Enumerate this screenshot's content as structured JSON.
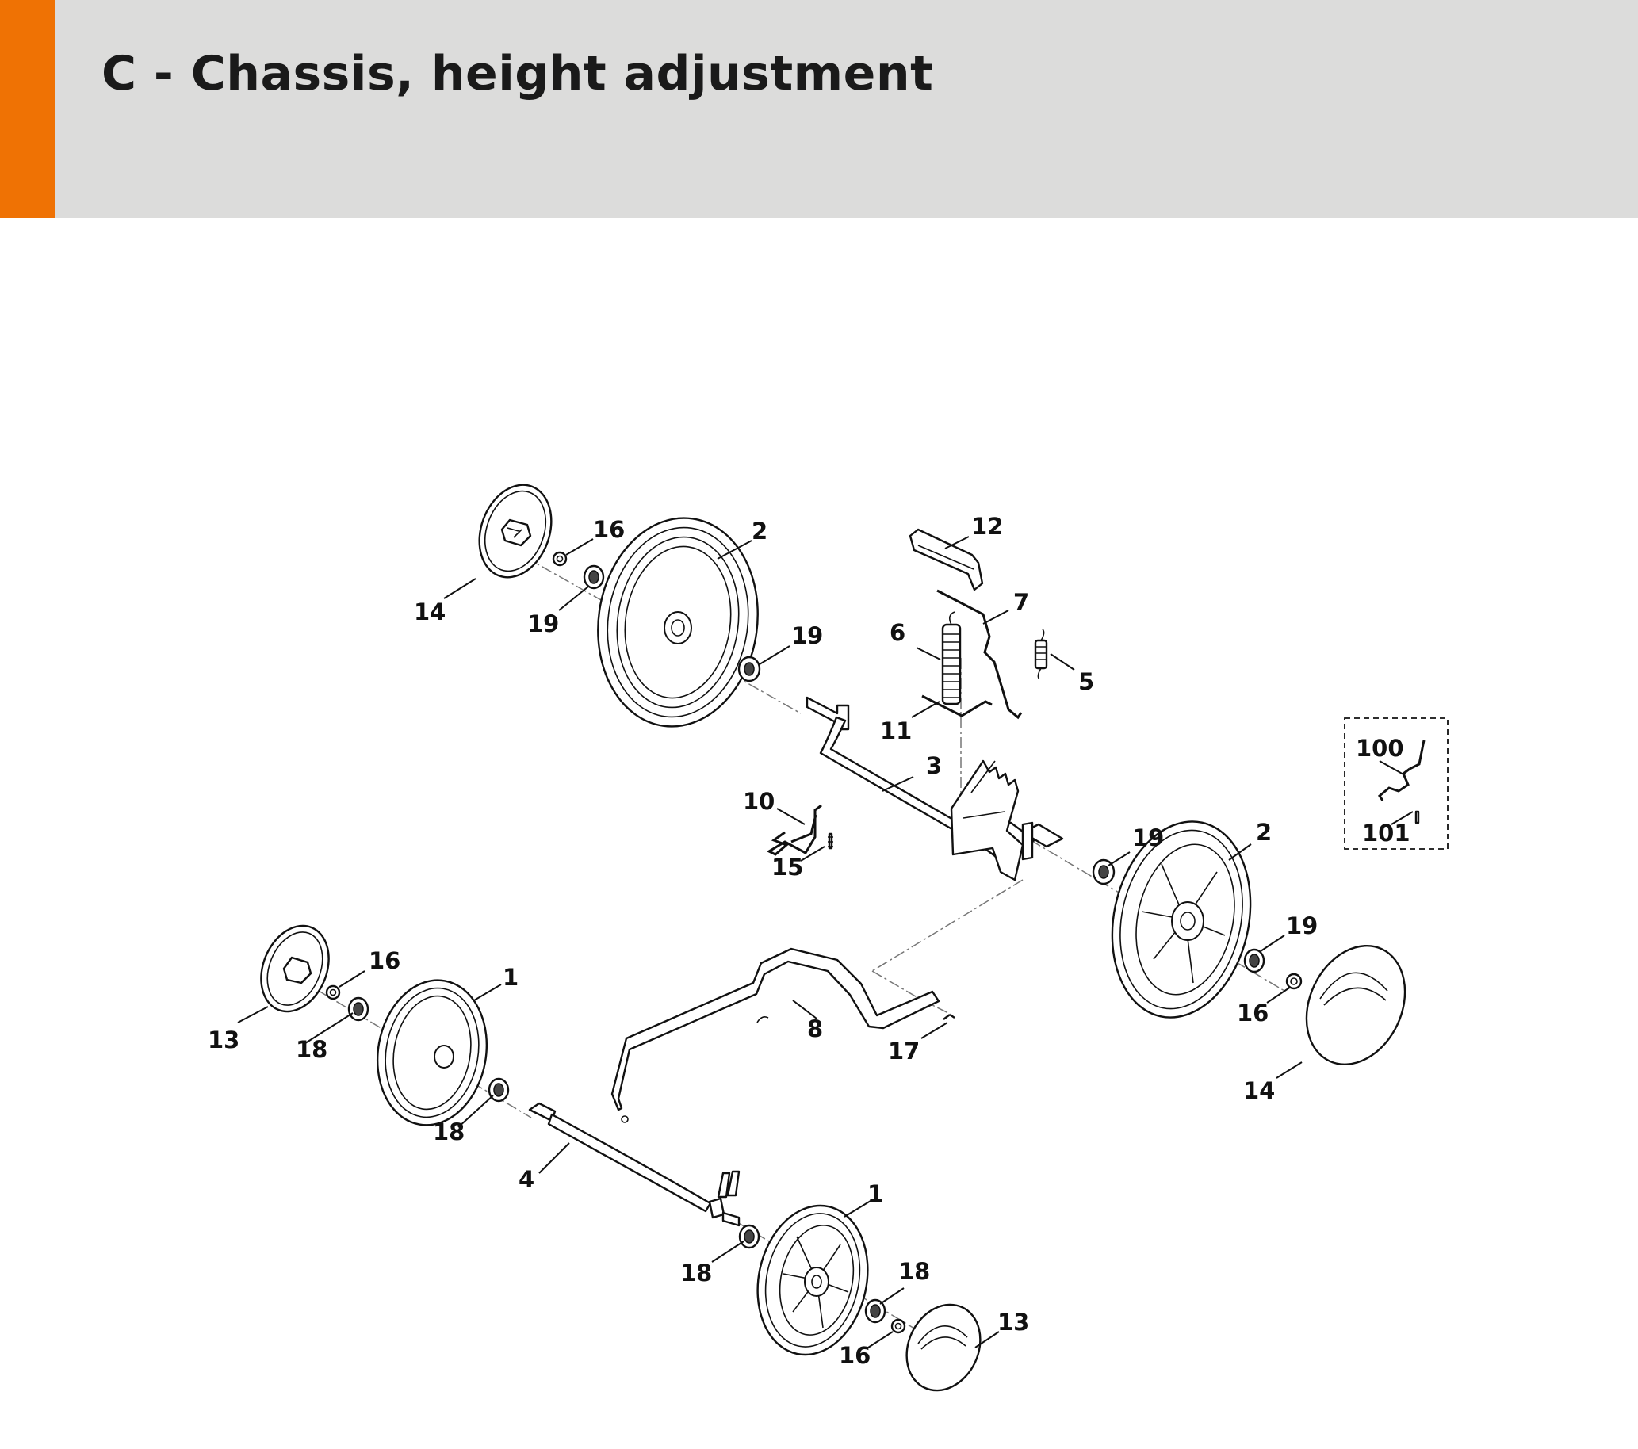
{
  "header": {
    "title": "C - Chassis, height adjustment",
    "accent_color": "#ef7204",
    "background_color": "#dcdcdb"
  },
  "diagram": {
    "callouts": {
      "p14_top": "14",
      "p16_top": "16",
      "p19_top_left": "19",
      "p2_top": "2",
      "p19_top_right": "19",
      "p12": "12",
      "p7": "7",
      "p6": "6",
      "p5": "5",
      "p11": "11",
      "p3": "3",
      "p10": "10",
      "p15": "15",
      "p100": "100",
      "p101": "101",
      "p19_mid_right": "19",
      "p2_right": "2",
      "p19_right_lower": "19",
      "p16_right": "16",
      "p14_right": "14",
      "p16_left": "16",
      "p1_left": "1",
      "p13_left": "13",
      "p18_left_upper": "18",
      "p18_left_lower": "18",
      "p8": "8",
      "p17": "17",
      "p4": "4",
      "p1_bottom": "1",
      "p18_bottom_left": "18",
      "p18_bottom_right": "18",
      "p16_bottom": "16",
      "p13_bottom": "13"
    }
  }
}
